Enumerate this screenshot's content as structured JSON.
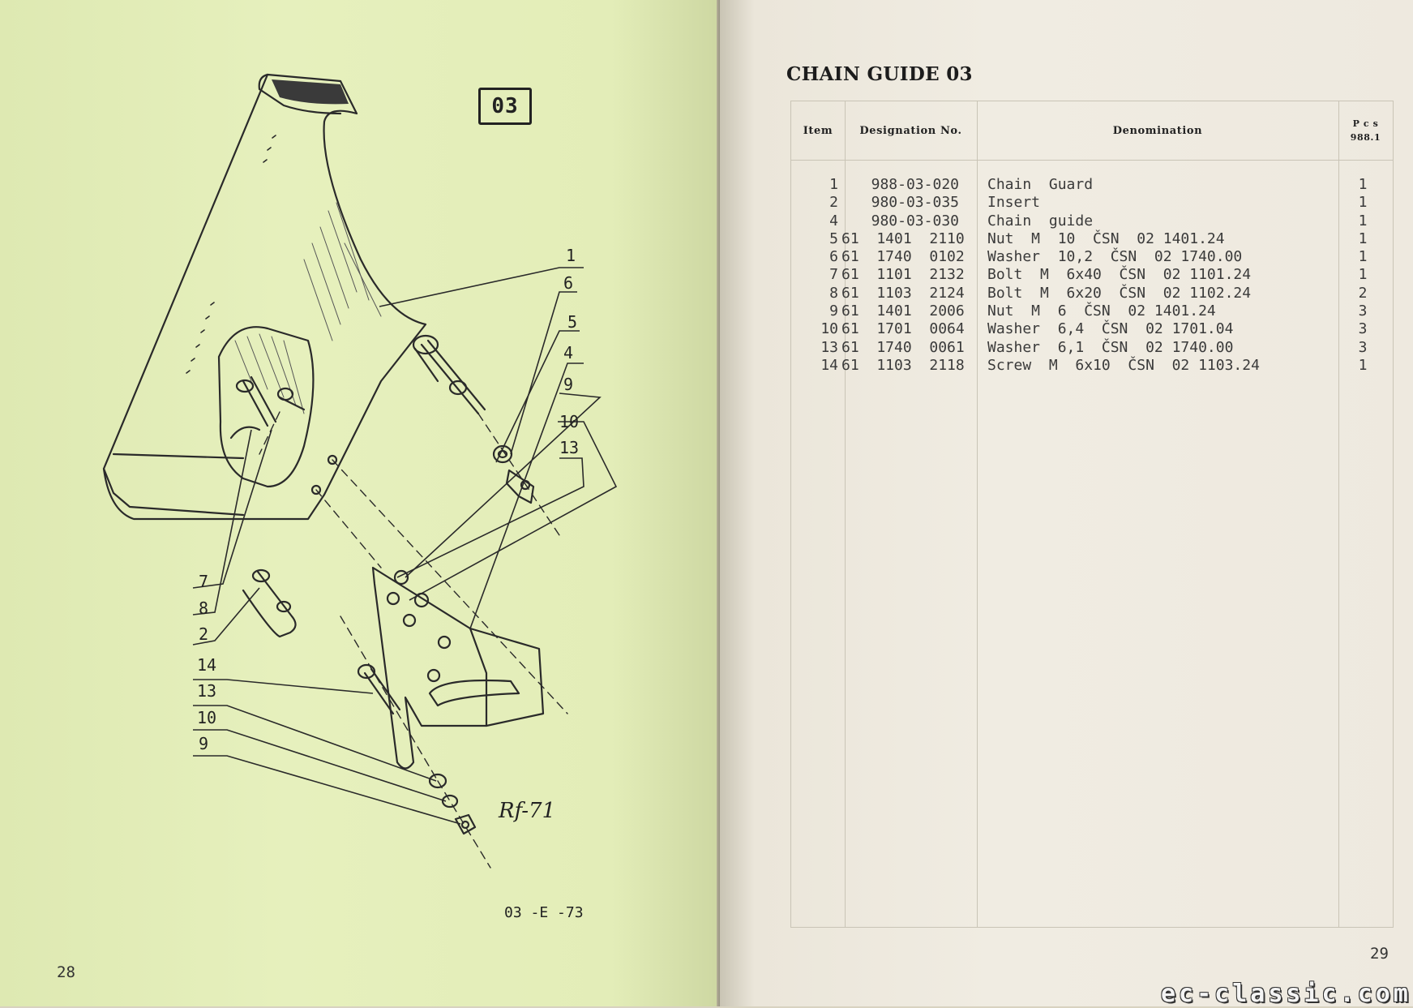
{
  "left_page": {
    "ref_box": "03",
    "drawing_code": "03 -E -73",
    "signature": "Rf-71",
    "page_number": "28",
    "callouts": [
      "1",
      "6",
      "5",
      "4",
      "9",
      "10",
      "13",
      "7",
      "8",
      "2",
      "14",
      "13",
      "10",
      "9"
    ]
  },
  "right_page": {
    "title": "CHAIN GUIDE 03",
    "page_number": "29",
    "table": {
      "headers": {
        "item": "Item",
        "designation": "Designation  No.",
        "denomination": "Denomination",
        "pcs_line1": "P c s",
        "pcs_line2": "988.1"
      },
      "rows": [
        {
          "item": "1",
          "designation": "988-03-020",
          "denomination": "Chain  Guard",
          "pcs": "1"
        },
        {
          "item": "2",
          "designation": "980-03-035",
          "denomination": "Insert",
          "pcs": "1"
        },
        {
          "item": "4",
          "designation": "980-03-030",
          "denomination": "Chain  guide",
          "pcs": "1"
        },
        {
          "item": "5",
          "designation": "61  1401  2110",
          "denomination": "Nut  M  10  ČSN  02 1401.24",
          "pcs": "1"
        },
        {
          "item": "6",
          "designation": "61  1740  0102",
          "denomination": "Washer  10,2  ČSN  02 1740.00",
          "pcs": "1"
        },
        {
          "item": "7",
          "designation": "61  1101  2132",
          "denomination": "Bolt  M  6x40  ČSN  02 1101.24",
          "pcs": "1"
        },
        {
          "item": "8",
          "designation": "61  1103  2124",
          "denomination": "Bolt  M  6x20  ČSN  02 1102.24",
          "pcs": "2"
        },
        {
          "item": "9",
          "designation": "61  1401  2006",
          "denomination": "Nut  M  6  ČSN  02 1401.24",
          "pcs": "3"
        },
        {
          "item": "10",
          "designation": "61  1701  0064",
          "denomination": "Washer  6,4  ČSN  02 1701.04",
          "pcs": "3"
        },
        {
          "item": "13",
          "designation": "61  1740  0061",
          "denomination": "Washer  6,1  ČSN  02 1740.00",
          "pcs": "3"
        },
        {
          "item": "14",
          "designation": "61  1103  2118",
          "denomination": "Screw  M  6x10  ČSN  02 1103.24",
          "pcs": "1"
        }
      ]
    },
    "watermark": "ec-classic.com"
  }
}
